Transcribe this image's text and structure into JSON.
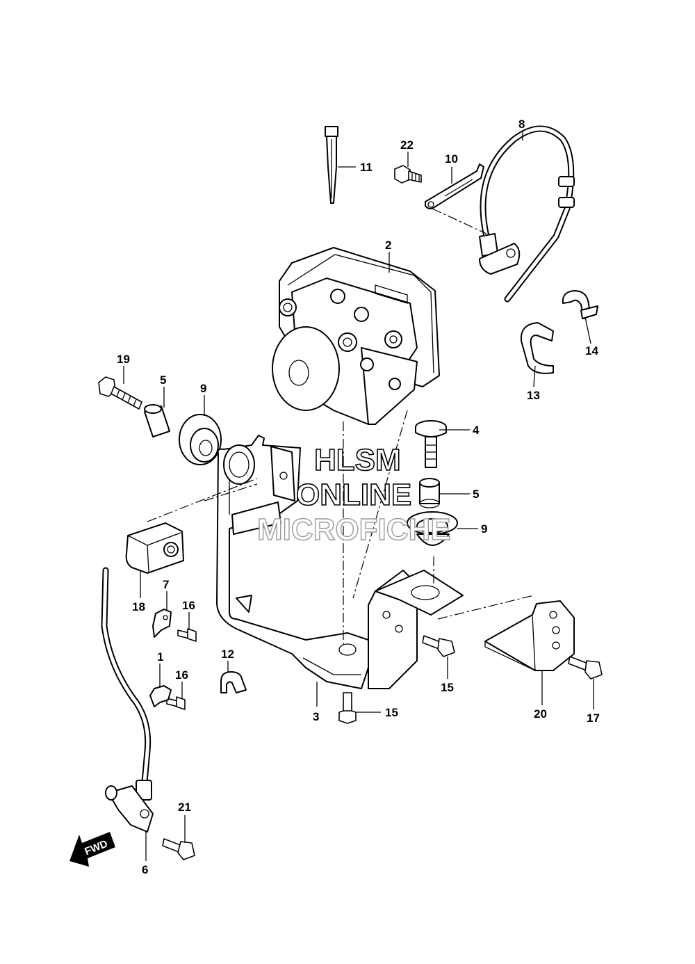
{
  "callouts": {
    "c1": "1",
    "c2": "2",
    "c3": "3",
    "c4": "4",
    "c5a": "5",
    "c5b": "5",
    "c6": "6",
    "c7": "7",
    "c8": "8",
    "c9a": "9",
    "c9b": "9",
    "c10": "10",
    "c11": "11",
    "c12": "12",
    "c13": "13",
    "c14": "14",
    "c15a": "15",
    "c15b": "15",
    "c16a": "16",
    "c16b": "16",
    "c17": "17",
    "c18": "18",
    "c19": "19",
    "c20": "20",
    "c21": "21",
    "c22": "22"
  },
  "watermark": {
    "line1": "HLSM",
    "line2": "ONLINE",
    "line3": "MICROFICHE"
  },
  "fwd_arrow": {
    "label": "FWD"
  }
}
